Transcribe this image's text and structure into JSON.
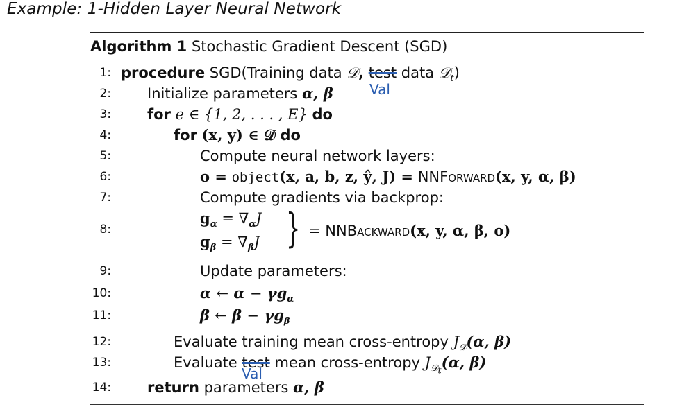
{
  "heading": "Example: 1-Hidden Layer Neural Network",
  "algorithm": {
    "label": "Algorithm 1",
    "name": "Stochastic Gradient Descent (SGD)",
    "line_numbers": [
      "1:",
      "2:",
      "3:",
      "4:",
      "5:",
      "6:",
      "7:",
      "8:",
      "9:",
      "10:",
      "11:",
      "12:",
      "13:",
      "14:"
    ],
    "l1": {
      "kw": "procedure",
      "name": "SGD(Training data",
      "D": "𝒟",
      "sep": ",",
      "struck": "test",
      "rest": "data",
      "Dt": "𝒟",
      "t": "t",
      "close": ")"
    },
    "l2": {
      "text": "Initialize parameters",
      "math": "α, β"
    },
    "l3": {
      "kw_for": "for",
      "math": "e ∈ {1, 2, . . . , E}",
      "kw_do": "do"
    },
    "l4": {
      "kw_for": "for",
      "math": "(x, y) ∈ 𝒟",
      "kw_do": "do"
    },
    "l5": {
      "text": "Compute neural network layers:"
    },
    "l6": {
      "lhs": "o =",
      "fn": "object",
      "args": "(x, a, b, z, ŷ, J) =",
      "call": "NNForward",
      "call_args": "(x, y, α, β)"
    },
    "l7": {
      "text": "Compute gradients via backprop:"
    },
    "l8": {
      "ga": "g",
      "ga_sub": "α",
      "ga_rhs": "= ∇",
      "ga_rhs_sub": "α",
      "ga_J": "J",
      "gb": "g",
      "gb_sub": "β",
      "gb_rhs": "= ∇",
      "gb_rhs_sub": "β",
      "gb_J": "J",
      "brace": "}",
      "eq": "=",
      "call": "NNBackward",
      "call_args": "(x, y, α, β, o)"
    },
    "l9": {
      "text": "Update parameters:"
    },
    "l10": {
      "math": "α ← α − γg",
      "sub": "α"
    },
    "l11": {
      "math": "β ← β − γg",
      "sub": "β"
    },
    "l12": {
      "text": "Evaluate training mean cross-entropy",
      "J": "J",
      "sub": "𝒟",
      "args": "(α, β)"
    },
    "l13": {
      "pre": "Evaluate",
      "struck": "test",
      "text": "mean cross-entropy",
      "J": "J",
      "sub": "𝒟",
      "subsub": "t",
      "args": "(α, β)"
    },
    "l14": {
      "kw": "return",
      "text": "parameters",
      "math": "α, β"
    }
  },
  "annotations": {
    "val_1": "Val",
    "val_2": "Val"
  },
  "colors": {
    "ink": "#2a5db0"
  }
}
